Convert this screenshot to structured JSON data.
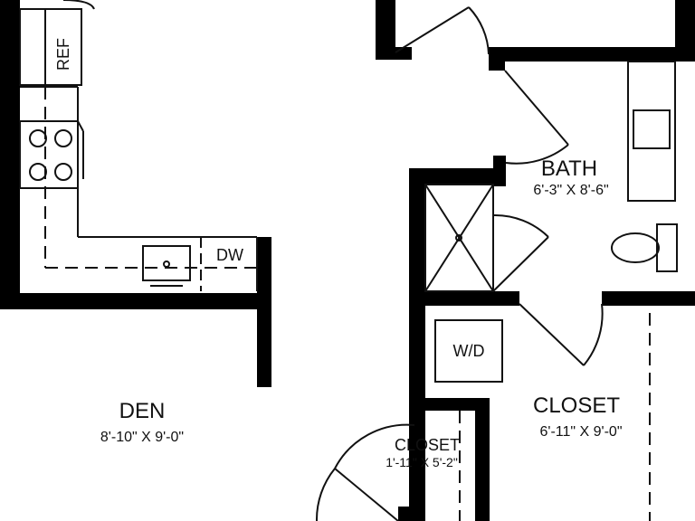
{
  "rooms": {
    "den": {
      "name": "DEN",
      "dims": "8'-10\" X 9'-0\""
    },
    "bath": {
      "name": "BATH",
      "dims": "6'-3\" X 8'-6\""
    },
    "closet_large": {
      "name": "CLOSET",
      "dims": "6'-11\" X 9'-0\""
    },
    "closet_small": {
      "name": "CLOSET",
      "dims": "1'-11\" X 5'-2\""
    }
  },
  "fixtures": {
    "refrigerator": "REF",
    "dishwasher": "DW",
    "washer_dryer": "W/D"
  },
  "colors": {
    "wall": "#000000",
    "line": "#111111",
    "background": "#ffffff"
  }
}
